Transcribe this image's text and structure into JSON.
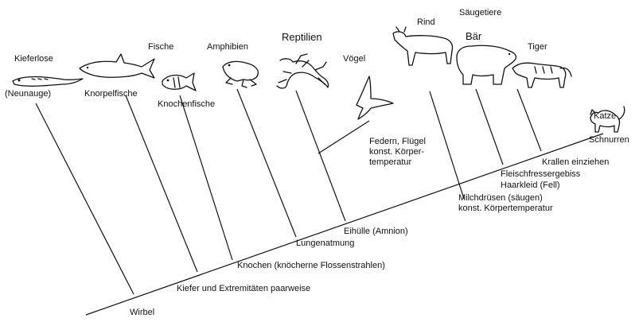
{
  "taxa": {
    "kieferlose": "Kieferlose",
    "neunauge": "(Neunauge)",
    "fische": "Fische",
    "knorpelfische": "Knorpelfische",
    "knochenfische": "Knochenfische",
    "amphibien": "Amphibien",
    "reptilien": "Reptilien",
    "voegel": "Vögel",
    "rind": "Rind",
    "saeugetiere": "Säugetiere",
    "baer": "Bär",
    "tiger": "Tiger",
    "katze": "Katze"
  },
  "traits": {
    "wirbel": "Wirbel",
    "kiefer": "Kiefer und Extremitäten paarweise",
    "knochen": "Knochen (knöcherne Flossenstrahlen)",
    "lungen": "Lungenatmung",
    "eihuelle": "Eihülle (Amnion)",
    "federn": [
      "Federn, Flügel",
      "konst. Körper-",
      "temperatur"
    ],
    "milch": [
      "Milchdrüsen (säugen)",
      "konst. Körpertemperatur"
    ],
    "haar": "Haarkleid (Fell)",
    "fleisch": "Fleischfressergebiss",
    "krallen": "Krallen einziehen",
    "schnurren": "Schnurren"
  },
  "animal_icons": [
    "lamprey-icon",
    "shark-icon",
    "fish-icon",
    "frog-icon",
    "lizard-icon",
    "bird-icon",
    "cow-icon",
    "bear-icon",
    "tiger-icon",
    "cat-icon"
  ]
}
